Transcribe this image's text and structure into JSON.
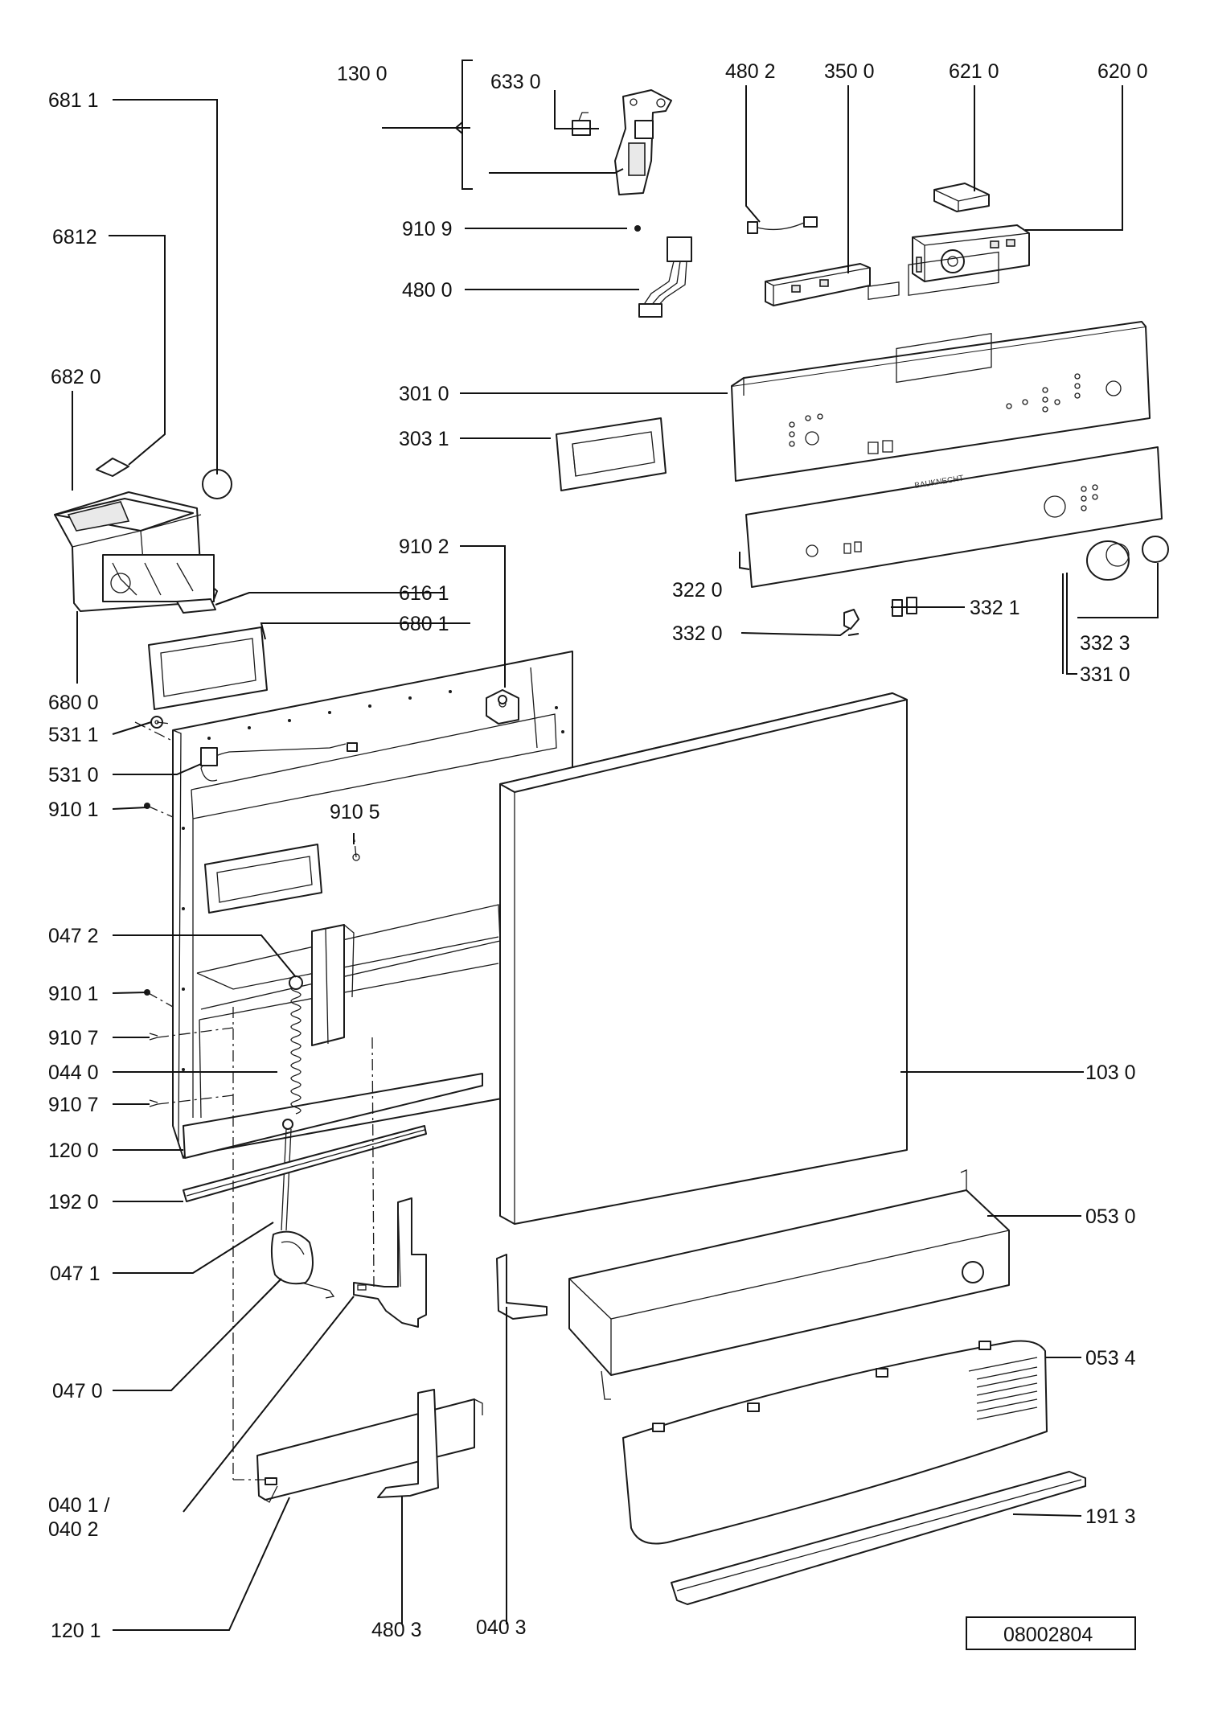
{
  "labels": {
    "p130_0": "130 0",
    "p633_0": "633 0",
    "p480_2": "480 2",
    "p350_0": "350 0",
    "p621_0": "621 0",
    "p620_0": "620 0",
    "p681_1": "681 1",
    "p6812": "6812",
    "p910_9": "910 9",
    "p480_0": "480 0",
    "p682_0": "682 0",
    "p301_0": "301 0",
    "p303_1": "303 1",
    "p910_2": "910 2",
    "p616_1": "616 1",
    "p680_1": "680 1",
    "p322_0": "322 0",
    "p332_0": "332 0",
    "p332_1": "332 1",
    "p332_3": "332 3",
    "p331_0": "331 0",
    "p680_0": "680 0",
    "p531_1": "531 1",
    "p531_0": "531 0",
    "p910_1a": "910 1",
    "p910_5": "910 5",
    "p047_2": "047 2",
    "p910_1b": "910 1",
    "p910_7a": "910 7",
    "p044_0": "044 0",
    "p910_7b": "910 7",
    "p103_0": "103 0",
    "p120_0": "120 0",
    "p192_0": "192 0",
    "p053_0": "053 0",
    "p047_1": "047 1",
    "p047_0": "047 0",
    "p053_4": "053 4",
    "p040_1": "040 1 /",
    "p040_2": "040 2",
    "p191_3": "191 3",
    "p120_1": "120 1",
    "p480_3": "480 3",
    "p040_3": "040 3",
    "drawing_number": "08002804"
  }
}
